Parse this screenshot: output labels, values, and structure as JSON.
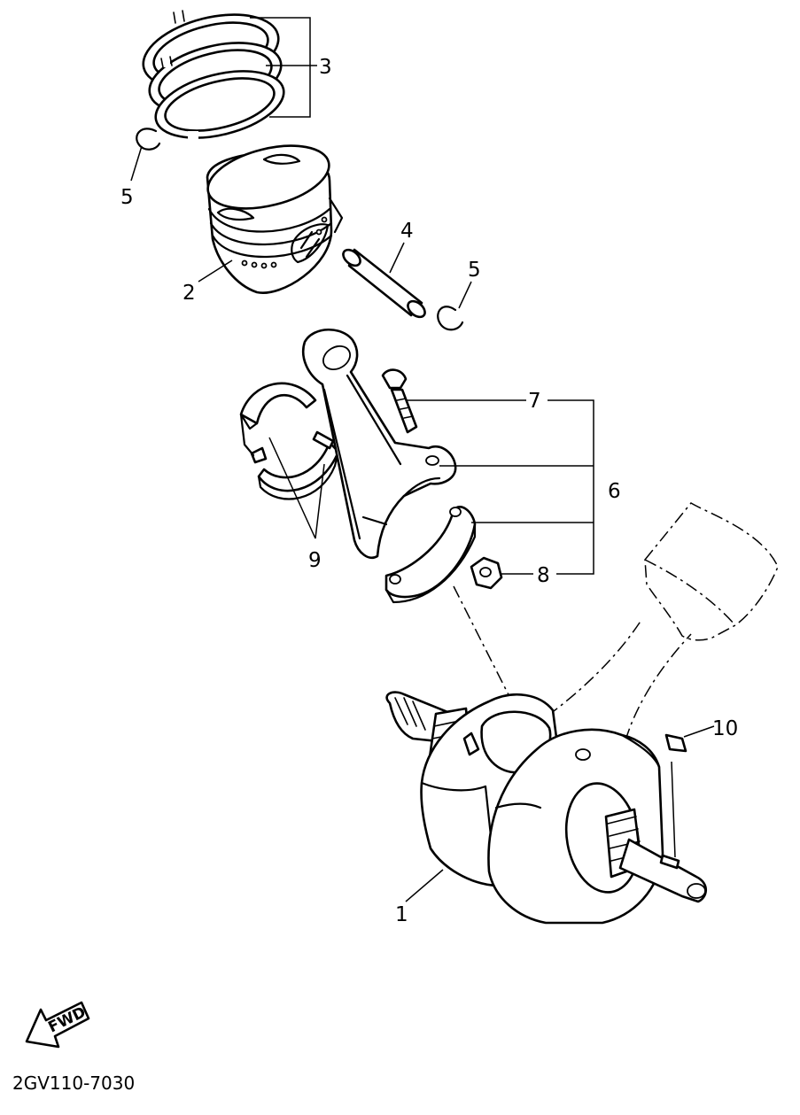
{
  "diagram": {
    "callouts": {
      "crankshaft": "1",
      "piston": "2",
      "piston_ring_set": "3",
      "piston_pin": "4",
      "clip_left": "5",
      "clip_right": "5",
      "connecting_rod_assy": "6",
      "rod_bolt": "7",
      "rod_nut": "8",
      "big_end_bearing": "9",
      "woodruff_key": "10"
    },
    "direction_label": "FWD",
    "drawing_code": "2GV110-7030"
  }
}
